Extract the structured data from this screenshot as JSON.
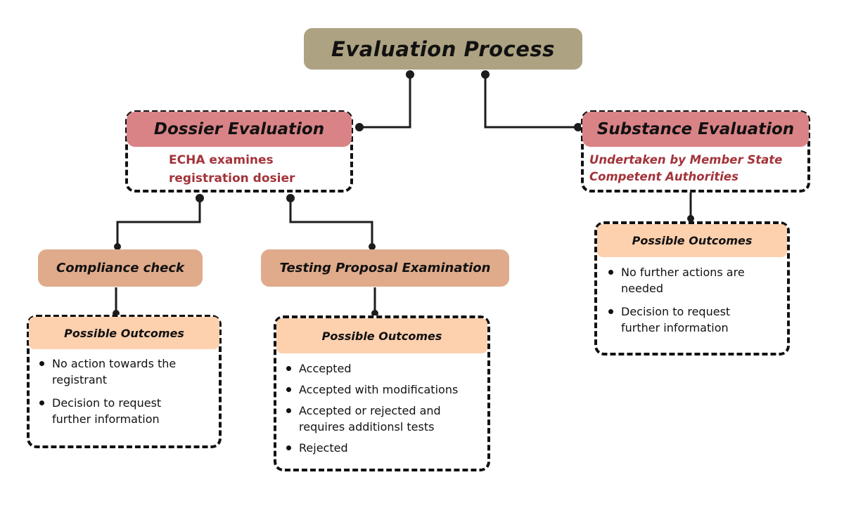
{
  "title": "Evaluation Process",
  "dossier": {
    "title": "Dossier Evaluation",
    "subtitle_line1": "ECHA examines",
    "subtitle_line2": "registration dosier"
  },
  "substance": {
    "title": "Substance Evaluation",
    "subtitle_line1": "Undertaken by Member State",
    "subtitle_line2": "Competent Authorities",
    "outcomes_title": "Possible Outcomes",
    "outcomes": [
      {
        "line1": "No further actions are",
        "line2": "needed"
      },
      {
        "line1": "Decision to request",
        "line2": "further information"
      }
    ]
  },
  "compliance": {
    "title": "Compliance check",
    "outcomes_title": "Possible Outcomes",
    "outcomes": [
      {
        "line1": "No action towards the",
        "line2": "registrant"
      },
      {
        "line1": "Decision to request",
        "line2": "further information"
      }
    ]
  },
  "testing": {
    "title": "Testing Proposal Examination",
    "outcomes_title": "Possible Outcomes",
    "outcomes": [
      {
        "line1": "Accepted",
        "line2": ""
      },
      {
        "line1": "Accepted with modifications",
        "line2": ""
      },
      {
        "line1": "Accepted or rejected and",
        "line2": "requires additionsl tests"
      },
      {
        "line1": "Rejected",
        "line2": ""
      }
    ]
  },
  "colors": {
    "title_fill": "#ada282",
    "main_fill": "#d98386",
    "sub_fill": "#dfab8b",
    "outcome_fill": "#fdd0ae",
    "subtitle_text": "#a3333a",
    "line": "#111111"
  }
}
